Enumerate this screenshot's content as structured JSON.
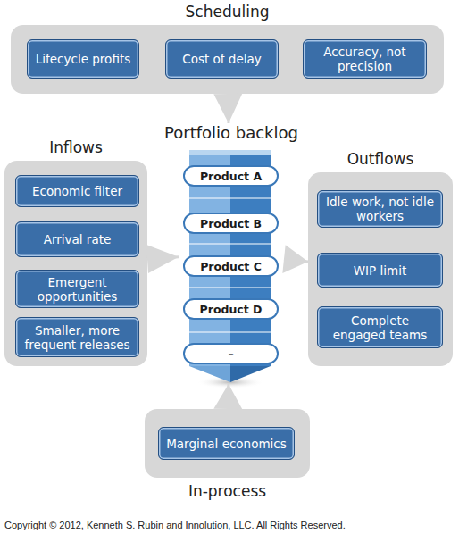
{
  "diagram": {
    "nodes": [
      {
        "text": [
          "Scheduling"
        ]
      },
      {
        "text": [
          "Lifecycle profits"
        ],
        "in": 0
      },
      {
        "text": [
          "Cost of delay"
        ],
        "in": 0
      },
      {
        "text": [
          "Accuracy, not precision"
        ],
        "in": 0
      },
      {
        "text": [
          "Inflows"
        ]
      },
      {
        "text": [
          "Economic filter"
        ],
        "in": 4
      },
      {
        "text": [
          "Arrival rate"
        ],
        "in": 4
      },
      {
        "text": [
          "Emergent opportunities"
        ],
        "in": 4
      },
      {
        "text": [
          "Smaller, more frequent releases"
        ],
        "in": 4
      },
      {
        "text": [
          "Portfolio backlog"
        ]
      },
      {
        "text": [
          "Product A"
        ],
        "in": 9
      },
      {
        "text": [
          "Product B"
        ],
        "in": 9
      },
      {
        "text": [
          "Product C"
        ],
        "in": 9
      },
      {
        "text": [
          "Product D"
        ],
        "in": 9
      },
      {
        "text": [
          "–"
        ],
        "in": 9
      },
      {
        "text": [
          "Outflows"
        ]
      },
      {
        "text": [
          "Idle work, not idle workers"
        ],
        "in": 15
      },
      {
        "text": [
          "WIP limit"
        ],
        "in": 15
      },
      {
        "text": [
          "Complete engaged teams"
        ],
        "in": 15
      },
      {
        "text": [
          "In-process"
        ]
      },
      {
        "text": [
          "Marginal economics"
        ],
        "in": 19
      }
    ],
    "edges": [
      {
        "from": 0,
        "to": 9,
        "arrow": "to"
      },
      {
        "from": 4,
        "to": 9,
        "arrow": "to"
      },
      {
        "from": 9,
        "to": 15,
        "arrow": "to"
      },
      {
        "from": 19,
        "to": 9,
        "arrow": "to"
      }
    ],
    "labels": [
      "Copyright © 2012, Kenneth S. Rubin and Innolution, LLC. All Rights Reserved."
    ]
  }
}
